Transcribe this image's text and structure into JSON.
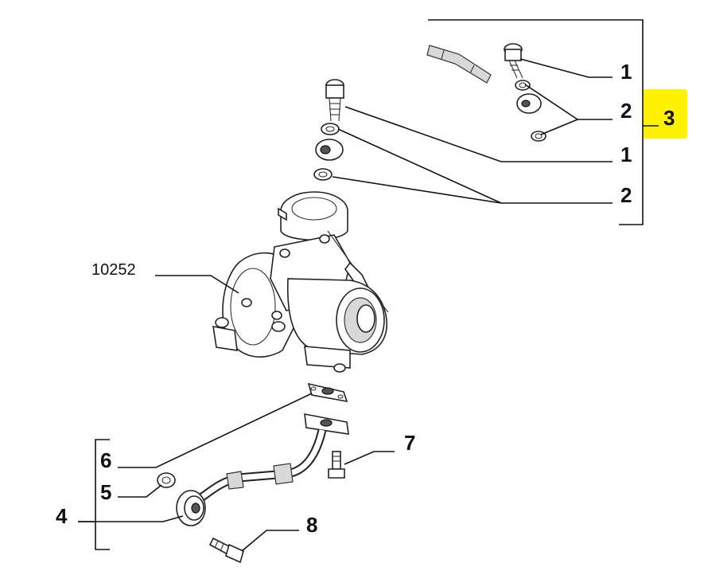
{
  "diagram": {
    "callouts": {
      "top_bolt_1": "1",
      "top_washer_2": "2",
      "group_3": "3",
      "mid_bolt_1": "1",
      "mid_washer_2": "2",
      "turbo_10252": "10252",
      "gasket_6": "6",
      "washer_5": "5",
      "pipe_4": "4",
      "bolt_7": "7",
      "bolt_8": "8"
    },
    "colors": {
      "highlight": "#fff200",
      "line": "#111111"
    }
  }
}
